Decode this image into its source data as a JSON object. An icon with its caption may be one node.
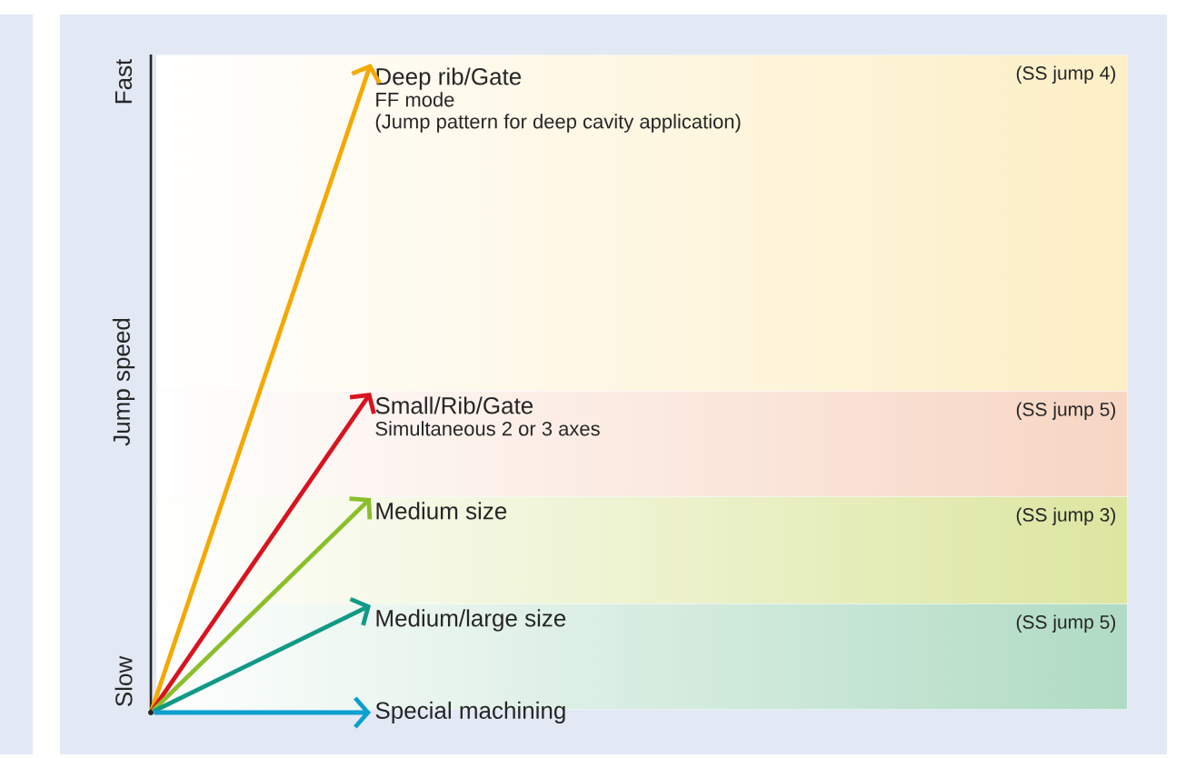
{
  "diagram": {
    "nodes": [
      {
        "text": [
          "(SS jump 4)"
        ]
      },
      {
        "text": [
          "Deep rib/Gate",
          "FF mode",
          "(Jump pattern for deep cavity application)"
        ],
        "in": 0
      },
      {
        "text": [
          "(SS jump 5)"
        ]
      },
      {
        "text": [
          "Small/Rib/Gate",
          "Simultaneous 2 or 3 axes"
        ],
        "in": 2
      },
      {
        "text": [
          "(SS jump 3)"
        ]
      },
      {
        "text": [
          "Medium size"
        ],
        "in": 4
      },
      {
        "text": [
          "(SS jump 5)"
        ]
      },
      {
        "text": [
          "Medium/large size"
        ],
        "in": 6
      },
      {
        "text": [
          "Special machining"
        ]
      },
      {
        "text": [],
        "shape": "circle"
      }
    ],
    "edges": [
      {
        "from": 9,
        "to": 1,
        "arrow": "to",
        "color": "#f5a800"
      },
      {
        "from": 9,
        "to": 3,
        "arrow": "to",
        "color": "#d7141f"
      },
      {
        "from": 9,
        "to": 5,
        "arrow": "to",
        "color": "#8bbf2a"
      },
      {
        "from": 9,
        "to": 7,
        "arrow": "to",
        "color": "#109a86"
      },
      {
        "from": 9,
        "to": 8,
        "arrow": "to",
        "color": "#0aa0cf"
      }
    ],
    "labels": [
      "Fast",
      "Jump speed",
      "Slow"
    ]
  }
}
